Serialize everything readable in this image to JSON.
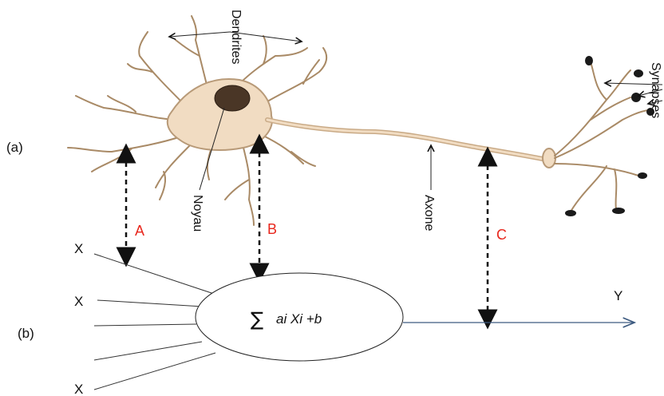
{
  "labels": {
    "part_a": "(a)",
    "part_b": "(b)",
    "dendrites": "Dendrites",
    "synapses": "Synapses",
    "noyau": "Noyau",
    "axone": "Axone",
    "corr_a": "A",
    "corr_b": "B",
    "corr_c": "C",
    "input_1": "X",
    "input_2": "X",
    "input_3": "X",
    "output": "Y",
    "sum_symbol": "∑",
    "formula": "ai Xi +b"
  },
  "colors": {
    "correspondence": "#e8261c",
    "neuron_body": "#f1dcc2",
    "neuron_outline": "#b89a78",
    "nucleus": "#4a3626",
    "output_arrow": "#3d5a80"
  }
}
